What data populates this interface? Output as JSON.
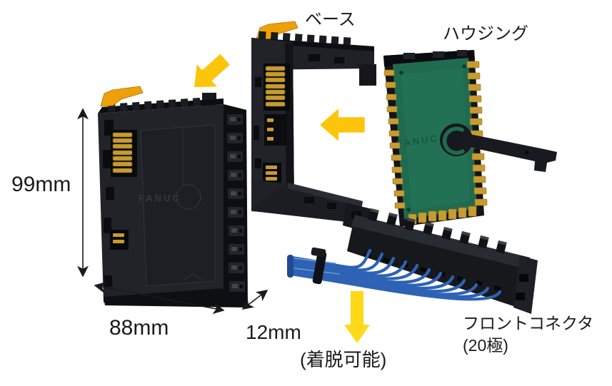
{
  "figure": {
    "labels": {
      "base": "ベース",
      "housing": "ハウジング",
      "front_connector_line1": "フロントコネクタ",
      "front_connector_line2": "(20極)",
      "detachable": "(着脱可能)"
    },
    "dimensions": {
      "height": "99mm",
      "width": "88mm",
      "depth": "12mm"
    },
    "brand": "FANUC",
    "colors": {
      "background": "#FFFFFF",
      "text_black": "#1A1A1A",
      "arrow_yellow": "#FDC50A",
      "detach_arrow_yellow": "#FFD918",
      "latch_orange": "#EFA008",
      "pad_gold": "#C89B30",
      "pcb_green": "#206B50",
      "wire_blue": "#2E62B4",
      "module_black": "#212329"
    }
  }
}
